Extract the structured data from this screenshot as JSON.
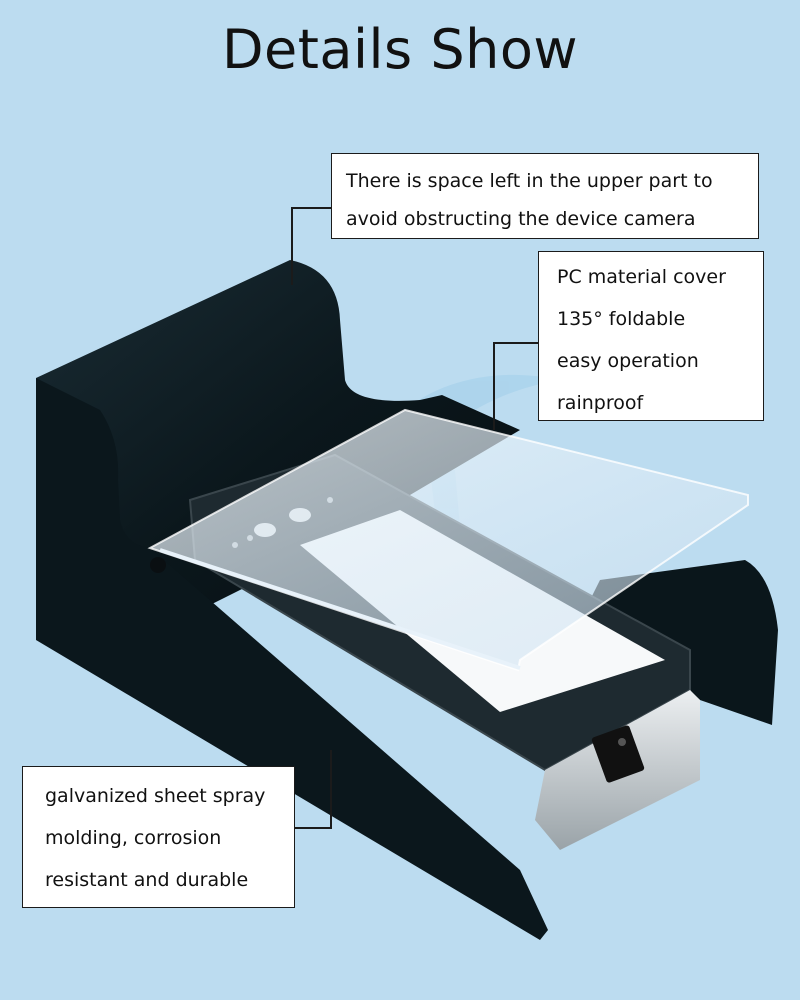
{
  "title": "Details Show",
  "callouts": {
    "top": {
      "lines": [
        "There is space left in the upper part to",
        "avoid obstructing the device camera"
      ]
    },
    "right": {
      "lines": [
        "PC material cover",
        "135° foldable",
        "easy operation",
        "rainproof"
      ]
    },
    "bottom": {
      "lines": [
        "galvanized sheet spray",
        "molding, corrosion",
        "resistant and durable"
      ]
    }
  },
  "colors": {
    "background": "#bcdcf0",
    "enclosure": "#0c1a20",
    "cover": "#dfeef8",
    "callout_border": "#1b1b1b"
  }
}
